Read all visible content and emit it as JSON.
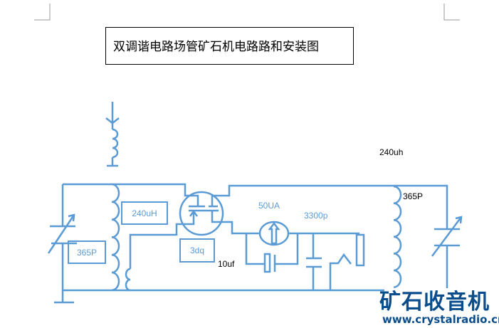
{
  "title": "双调谐电路场管矿石机电路路和安装图",
  "labels": {
    "inductor_left": "240uH",
    "capacitor_left": "365P",
    "transistor": "3dq",
    "capacitor_10uf": "10uf",
    "meter": "50UA",
    "capacitor_3300p": "3300p",
    "inductor_right": "240uh",
    "capacitor_right": "365P"
  },
  "logo": {
    "name": "矿石收音机",
    "url": "www.crystalradio.cn"
  },
  "colors": {
    "wire": "#5b9bd5",
    "logo": "#0a4d8c"
  }
}
